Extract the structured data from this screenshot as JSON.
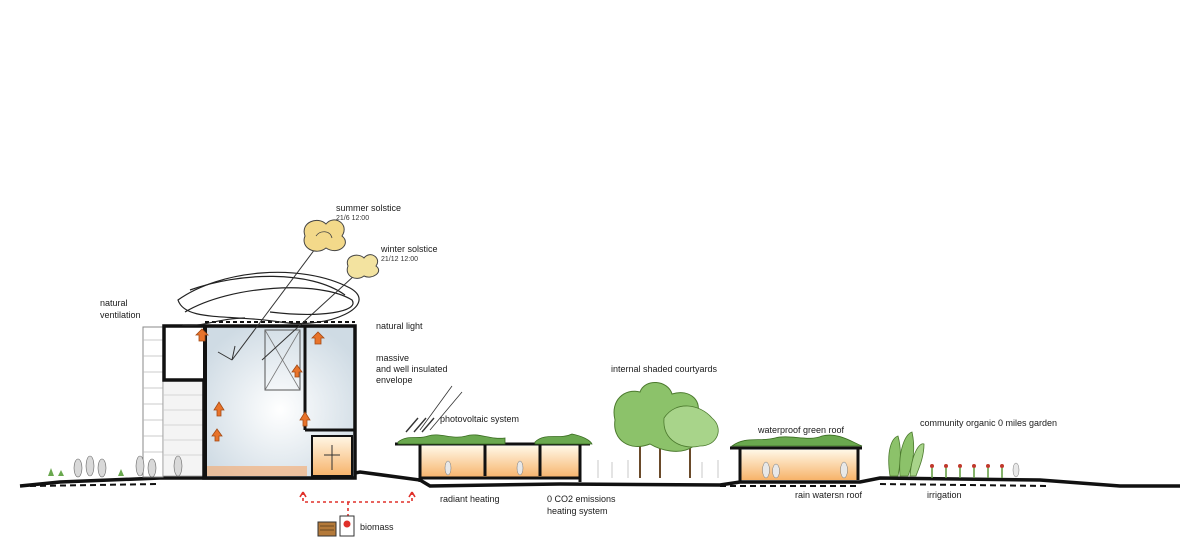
{
  "labels": {
    "summer_solstice": "summer solstice",
    "summer_solstice_time": "21/6 12:00",
    "winter_solstice": "winter solstice",
    "winter_solstice_time": "21/12 12:00",
    "natural_ventilation_1": "natural",
    "natural_ventilation_2": "ventilation",
    "natural_light": "natural light",
    "envelope_1": "massive",
    "envelope_2": "and well insulated",
    "envelope_3": "envelope",
    "photovoltaic": "photovoltaic system",
    "courtyards": "internal shaded courtyards",
    "green_roof": "waterproof green roof",
    "garden": "community organic 0 miles garden",
    "radiant_heating": "radiant heating",
    "co2_1": "0 CO2 emissions",
    "co2_2": "heating system",
    "rain_water": "rain watersn roof",
    "irrigation": "irrigation",
    "biomass": "biomass"
  },
  "colors": {
    "ink": "#111111",
    "green": "#5e9a3c",
    "green_light": "#8cc26a",
    "warm": "#f5c27a",
    "sun": "#f3d98a",
    "dash_red": "#e0302a",
    "interior_blue": "#dfe8ee",
    "orange_arrow": "#e8732a"
  }
}
